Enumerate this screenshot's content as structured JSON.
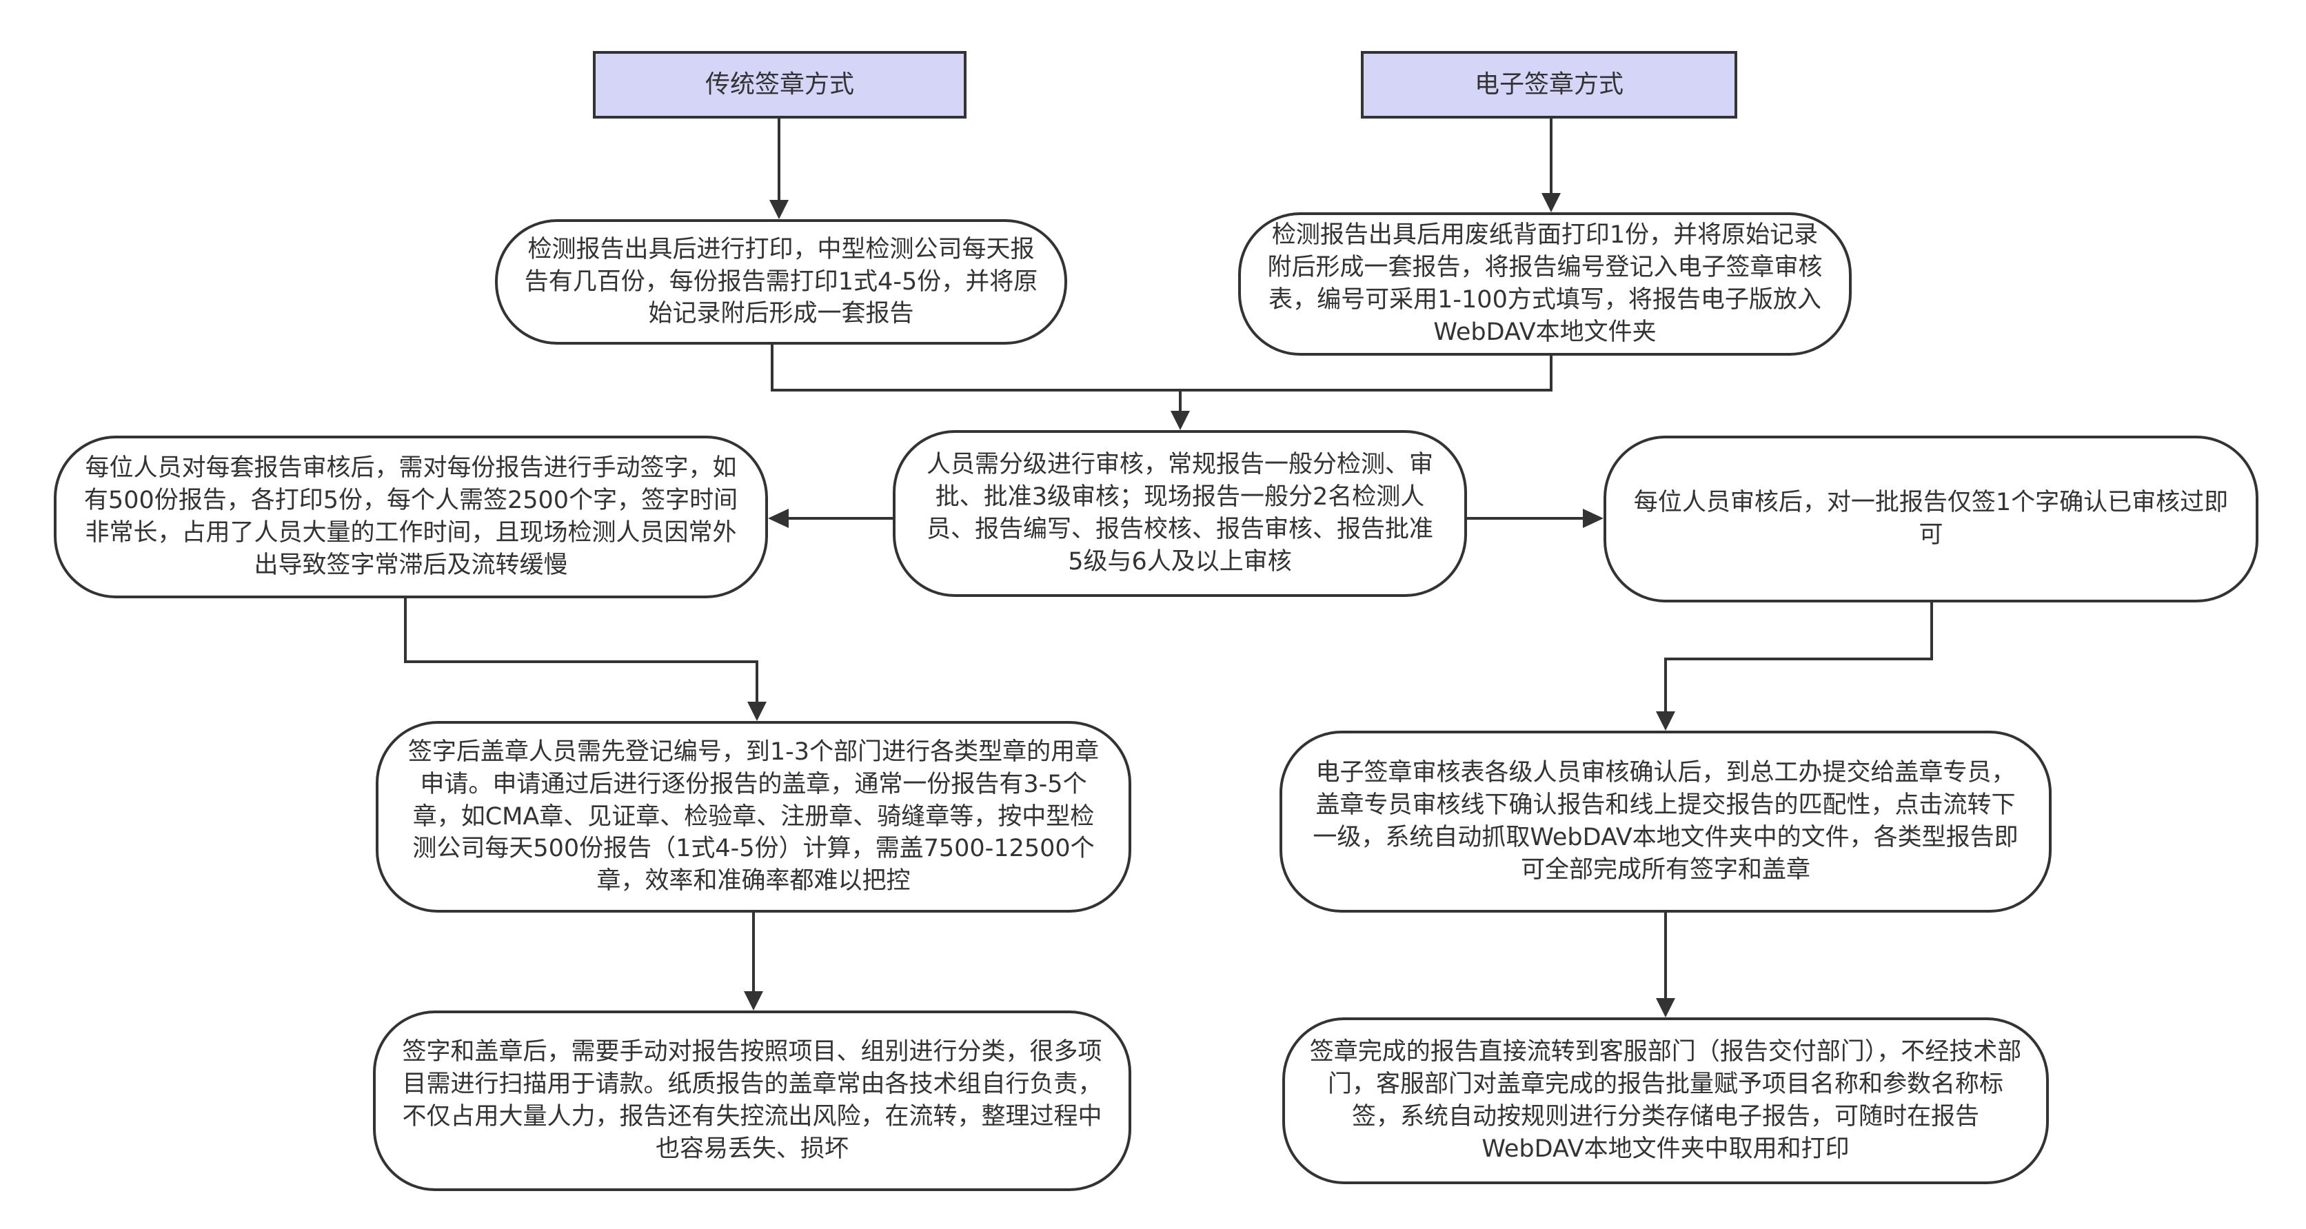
{
  "colors": {
    "header_fill": "#d5d5f8",
    "node_fill": "#ffffff",
    "stroke": "#333333",
    "text": "#333333"
  },
  "nodes": {
    "trad_header": "传统签章方式",
    "elec_header": "电子签章方式",
    "trad_print": "检测报告出具后进行打印，中型检测公司每天报告有几百份，每份报告需打印1式4-5份，并将原始记录附后形成一套报告",
    "elec_print": "检测报告出具后用废纸背面打印1份，并将原始记录附后形成一套报告，将报告编号登记入电子签章审核表，编号可采用1-100方式填写，将报告电子版放入WebDAV本地文件夹",
    "review": "人员需分级进行审核，常规报告一般分检测、审批、批准3级审核；现场报告一般分2名检测人员、报告编写、报告校核、报告审核、报告批准5级与6人及以上审核",
    "trad_sign": "每位人员对每套报告审核后，需对每份报告进行手动签字，如有500份报告，各打印5份，每个人需签2500个字，签字时间非常长，占用了人员大量的工作时间，且现场检测人员因常外出导致签字常滞后及流转缓慢",
    "elec_sign": "每位人员审核后，对一批报告仅签1个字确认已审核过即可",
    "trad_stamp": "签字后盖章人员需先登记编号，到1-3个部门进行各类型章的用章申请。申请通过后进行逐份报告的盖章，通常一份报告有3-5个章，如CMA章、见证章、检验章、注册章、骑缝章等，按中型检测公司每天500份报告（1式4-5份）计算，需盖7500-12500个章，效率和准确率都难以把控",
    "elec_stamp": "电子签章审核表各级人员审核确认后，到总工办提交给盖章专员，盖章专员审核线下确认报告和线上提交报告的匹配性，点击流转下一级，系统自动抓取WebDAV本地文件夹中的文件，各类型报告即可全部完成所有签字和盖章",
    "trad_archive": "签字和盖章后，需要手动对报告按照项目、组别进行分类，很多项目需进行扫描用于请款。纸质报告的盖章常由各技术组自行负责，不仅占用大量人力，报告还有失控流出风险，在流转，整理过程中也容易丢失、损坏",
    "elec_archive": "签章完成的报告直接流转到客服部门（报告交付部门），不经技术部门，客服部门对盖章完成的报告批量赋予项目名称和参数名称标签，系统自动按规则进行分类存储电子报告，可随时在报告WebDAV本地文件夹中取用和打印"
  }
}
